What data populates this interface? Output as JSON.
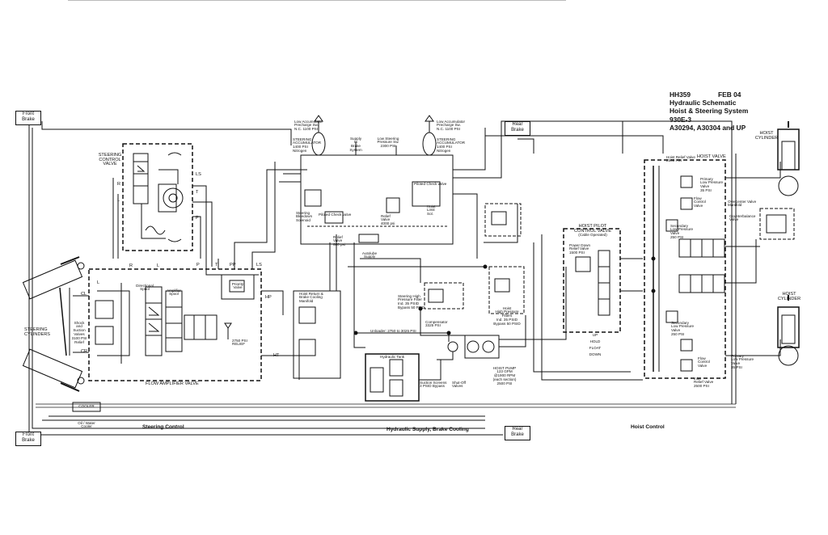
{
  "title_block": {
    "doc_no": "HH359",
    "date": "FEB 04",
    "line1": "Hydraulic Schematic",
    "line2": "Hoist & Steering System",
    "line3": "930E-3",
    "line4": "A30294, A30304 and UP"
  },
  "section_titles": {
    "steering": "Steering Control",
    "supply": "Hydraulic Supply, Brake Cooling",
    "hoist": "Hoist Control"
  },
  "brakes": {
    "front_top": [
      "Front",
      "Brake"
    ],
    "front_bottom": [
      "Front",
      "Brake"
    ],
    "rear_top": [
      "Rear",
      "Brake"
    ],
    "rear_bottom": [
      "Rear",
      "Brake"
    ]
  },
  "steering_control_valve": {
    "title": [
      "STEERING",
      "CONTROL",
      "VALVE"
    ],
    "ports": [
      "LS",
      "T",
      "P",
      "R",
      "L"
    ]
  },
  "steering_cylinders": {
    "label": [
      "STEERING",
      "CYLINDERS"
    ],
    "cl": "CL",
    "cr": "CR",
    "shock_valves": [
      "Shock",
      "and",
      "Suction",
      "Valves",
      "3100 PSI",
      "Relief"
    ]
  },
  "flow_amplifier": {
    "title": "FLOW AMPLIFIER VALVE",
    "directional_spool": [
      "Directional",
      "Spool"
    ],
    "amplifier_spool": [
      "Amplifier",
      "Spool"
    ],
    "priority_valve": [
      "Priority",
      "Valve"
    ],
    "relief": [
      "2750 PSI",
      "RELIEF"
    ],
    "ports": [
      "R",
      "L",
      "P",
      "T",
      "PP",
      "LS",
      "HP",
      "HT"
    ]
  },
  "cooler": {
    "label": "COOLER",
    "sub": [
      "Oil / Water",
      "Cooler"
    ]
  },
  "accumulators": {
    "left_switch": [
      "Low Accumulator",
      "Precharge Sw.",
      "N.C. 1100 PSI"
    ],
    "left_acc": [
      "STEERING",
      "ACCUMULATOR",
      "1400 PSI",
      "Nitrogen"
    ],
    "right_switch": [
      "Low Accumulator",
      "Precharge Sw.",
      "N.C. 1100 PSI"
    ],
    "right_acc": [
      "STEERING",
      "ACCUMULATOR",
      "1400 PSI",
      "Nitrogen"
    ],
    "supply_to_brake": [
      "Supply",
      "to",
      "Brake",
      "System"
    ],
    "low_steering_sw": [
      "Low Steering",
      "Pressure Sw.",
      "2300 PSI"
    ]
  },
  "bleed_manifold": {
    "piloted_check_valve_top": "Piloted Check valve",
    "piloted_check_valve_bottom": "Piloted Check valve",
    "steering_bleed_solenoid": [
      "Steering",
      "Bleedown",
      "Solenoid"
    ],
    "relief_valve": [
      "Relief",
      "Valve",
      "4000 psi"
    ],
    "relief_valve_2": [
      "Relief",
      "Valve",
      "600 psi"
    ],
    "hoist_limit": [
      "Hoist",
      "Limit",
      "Sol."
    ],
    "autolube": [
      "Autolube",
      "Supply"
    ]
  },
  "supply_section": {
    "hoist_return_manifold": [
      "Hoist Return &",
      "Brake Cooling",
      "Manifold"
    ],
    "steering_filter": [
      "Steering High",
      "Pressure Filter",
      "Ind. 35 PSID",
      "Bypass 50 PSID"
    ],
    "compensator": [
      "Compensator",
      "3325 PSI"
    ],
    "unloader": "Unloader: 2750 to 3025 PSI",
    "hoist_filters": [
      "Hoist",
      "High Pressure",
      "Filters",
      "Ind. 35 PSID",
      "Bypass 50 PSID"
    ],
    "hydraulic_tank": "Hydraulic Tank",
    "suction_screens": [
      "Suction Screens",
      "3 PSID Bypass"
    ],
    "shutoff_valves": [
      "Shut-Off",
      "Valves"
    ],
    "hoist_pump": [
      "HOIST PUMP",
      "123 GPM",
      "@1900 RPM",
      "(each section)",
      "2500 PSI"
    ]
  },
  "hoist_pilot": {
    "title": [
      "HOIST PILOT",
      "CONTROL VALVE",
      "(Cable Operated)"
    ],
    "power_down_relief": [
      "Power Down",
      "Relief Valve",
      "1500 PSI"
    ],
    "positions": [
      "UP",
      "HOLD",
      "FLOAT",
      "DOWN"
    ]
  },
  "hoist_valve": {
    "title": "HOIST VALVE",
    "hoist_relief": [
      "Hoist Relief Valve",
      "2500 PSI"
    ],
    "primary_low_top": [
      "Primary",
      "Low Pressure",
      "Valve",
      "35 PSI"
    ],
    "flow_control_top": [
      "Flow",
      "Control",
      "Valve"
    ],
    "secondary_low_top": [
      "Secondary",
      "Low Pressure",
      "Valve",
      "250 PSI"
    ],
    "overcenter": [
      "Overcenter Valve",
      "Manifold"
    ],
    "counterbalance": [
      "Counterbalance",
      "Valve"
    ],
    "secondary_low_bottom": [
      "Secondary",
      "Low Pressure",
      "Valve",
      "250 PSI"
    ],
    "flow_control_bottom": [
      "Flow",
      "Control",
      "Valve"
    ],
    "primary_low_bottom": [
      "Primary",
      "Low Pressure",
      "Valve",
      "35 PSI"
    ],
    "inlet_relief": [
      "Inlet",
      "Relief Valve",
      "2500 PSI"
    ]
  },
  "hoist_cylinders": {
    "top": [
      "HOIST",
      "CYLINDER"
    ],
    "bottom": [
      "HOIST",
      "CYLINDER"
    ]
  }
}
